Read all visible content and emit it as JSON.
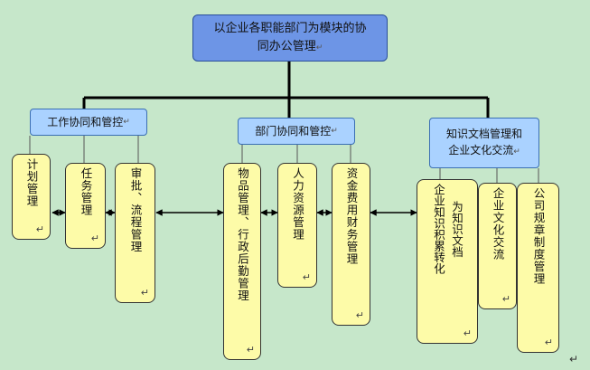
{
  "root": {
    "label_line1": "以企业各职能部门为模块的协",
    "label_line2": "同办公管理"
  },
  "categories": [
    {
      "label": "工作协同和管控"
    },
    {
      "label": "部门协同和管控"
    },
    {
      "label_line1": "知识文档管理和",
      "label_line2": "企业文化交流"
    }
  ],
  "leaves": [
    {
      "label": "计划管理"
    },
    {
      "label": "任务管理"
    },
    {
      "label": "审批、流程管理"
    },
    {
      "label": "物品管理、行政后勤管理"
    },
    {
      "label": "人力资源管理"
    },
    {
      "label": "资金费用财务管理"
    },
    {
      "col1": "为知识文档",
      "col2": "企业知识积累转化"
    },
    {
      "label": "企业文化交流"
    },
    {
      "label": "公司规章制度管理"
    }
  ],
  "paragraph_mark": "↵"
}
